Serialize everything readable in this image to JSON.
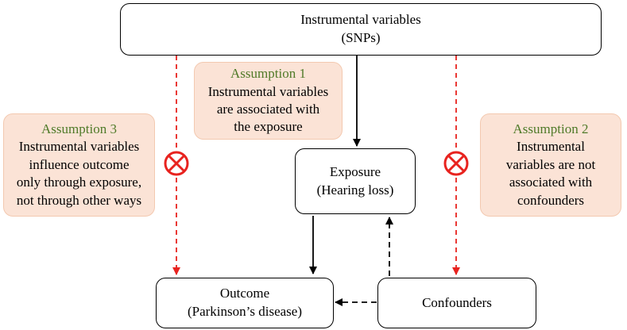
{
  "nodes": {
    "instruments": {
      "line1": "Instrumental variables",
      "line2": "(SNPs)"
    },
    "exposure": {
      "line1": "Exposure",
      "line2": "(Hearing loss)"
    },
    "outcome": {
      "line1": "Outcome",
      "line2": "(Parkinson’s disease)"
    },
    "confounders": {
      "line1": "Confounders"
    }
  },
  "assumptions": {
    "a1": {
      "title": "Assumption 1",
      "lines": [
        "Instrumental variables",
        "are associated with",
        "the exposure"
      ]
    },
    "a2": {
      "title": "Assumption 2",
      "lines": [
        "Instrumental",
        "variables are not",
        "associated with",
        "confounders"
      ]
    },
    "a3": {
      "title": "Assumption 3",
      "lines": [
        "Instrumental variables",
        "influence outcome",
        "only through exposure,",
        "not through other ways"
      ]
    }
  },
  "colors": {
    "solid_arrow": "#000000",
    "dashed_arrow": "#000000",
    "violation_arrow": "#e8231f",
    "violation_icon": "#e8231f",
    "note_fill": "#fbe3d6",
    "assumption_title": "#4f7a28"
  }
}
